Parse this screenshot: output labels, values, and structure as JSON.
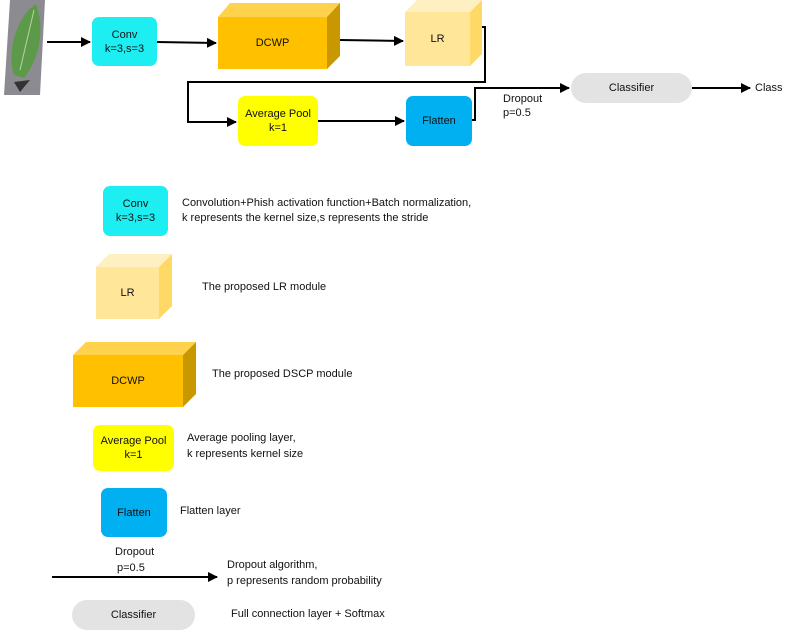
{
  "pipeline": {
    "conv": {
      "line1": "Conv",
      "line2": "k=3,s=3"
    },
    "dcwp": "DCWP",
    "lr": "LR",
    "avgpool": {
      "line1": "Average Pool",
      "line2": "k=1"
    },
    "flatten": "Flatten",
    "dropout": {
      "line1": "Dropout",
      "line2": "p=0.5"
    },
    "classifier": "Classifier",
    "output": "Class"
  },
  "legend": {
    "conv": {
      "line1": "Conv",
      "line2": "k=3,s=3",
      "desc1": "Convolution+Phish activation function+Batch normalization,",
      "desc2": "k represents the kernel size,s represents the stride"
    },
    "lr": {
      "label": "LR",
      "desc": "The proposed LR module"
    },
    "dcwp": {
      "label": "DCWP",
      "desc": "The proposed DSCP module"
    },
    "avgpool": {
      "line1": "Average Pool",
      "line2": "k=1",
      "desc1": "Average pooling layer,",
      "desc2": "k represents kernel size"
    },
    "flatten": {
      "label": "Flatten",
      "desc": "Flatten layer"
    },
    "dropout": {
      "line1": "Dropout",
      "line2": "p=0.5",
      "desc1": "Dropout algorithm,",
      "desc2": "p represents random probability"
    },
    "classifier": {
      "label": "Classifier",
      "desc": "Full connection layer + Softmax"
    }
  },
  "colors": {
    "conv": "#1ceef2",
    "dcwp": "#ffc000",
    "lr": "#ffe699",
    "avgpool": "#ffff00",
    "flatten": "#00b0f0",
    "classifier": "#e3e3e3"
  }
}
